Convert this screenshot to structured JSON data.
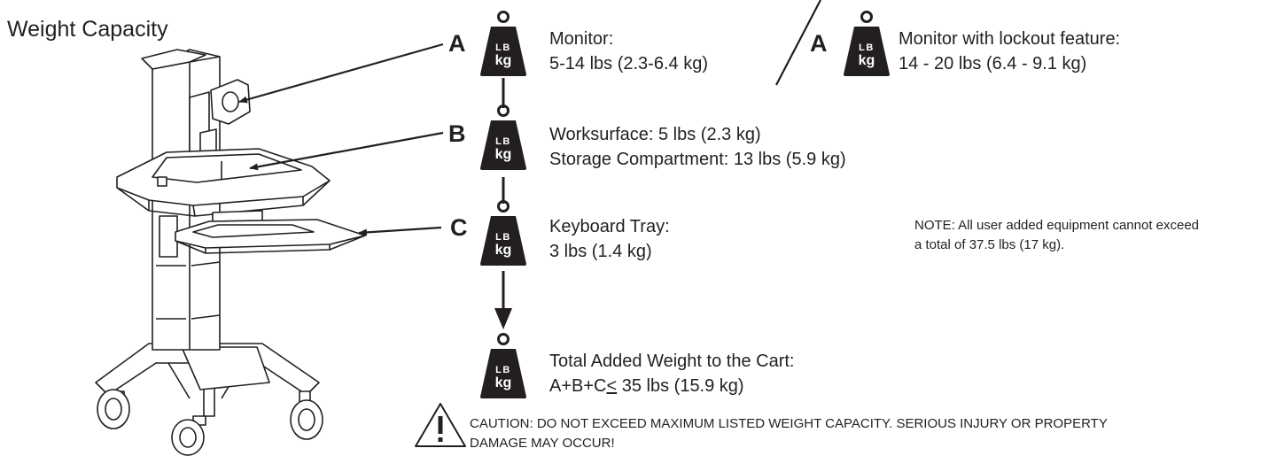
{
  "title": "Weight Capacity",
  "weight_icon": {
    "top_label": "LB",
    "bottom_label": "kg",
    "color": "#231f20"
  },
  "items": {
    "a": {
      "letter": "A",
      "line1": "Monitor:",
      "line2": "5-14 lbs (2.3-6.4 kg)"
    },
    "a_lockout": {
      "letter": "A",
      "line1": "Monitor with lockout feature:",
      "line2": "14 - 20 lbs (6.4 - 9.1 kg)"
    },
    "b": {
      "letter": "B",
      "line1": "Worksurface: 5 lbs (2.3 kg)",
      "line2": "Storage Compartment: 13 lbs (5.9 kg)"
    },
    "c": {
      "letter": "C",
      "line1": "Keyboard Tray:",
      "line2": "3 lbs (1.4 kg)"
    },
    "total": {
      "line1": "Total Added Weight to the Cart:",
      "line2_prefix": "A+B+C",
      "line2_symbol": "<",
      "line2_suffix": " 35 lbs (15.9 kg)"
    }
  },
  "note": {
    "line1": "NOTE: All user added equipment cannot exceed",
    "line2": "a total of 37.5 lbs (17 kg)."
  },
  "caution": {
    "line1": "CAUTION:  DO NOT EXCEED MAXIMUM LISTED WEIGHT CAPACITY. SERIOUS INJURY OR PROPERTY",
    "line2": "DAMAGE MAY OCCUR!"
  }
}
